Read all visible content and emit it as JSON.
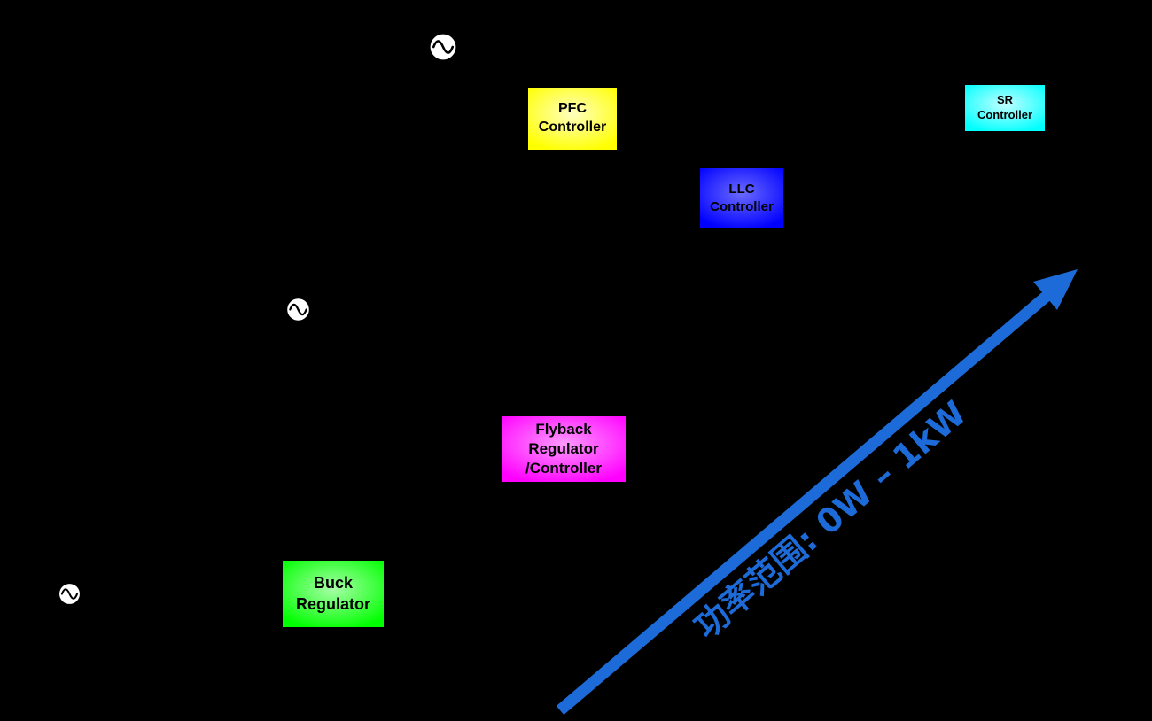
{
  "diagram": {
    "background_color": "#000000",
    "boxes": {
      "pfc": {
        "lines": [
          "PFC",
          "Controller"
        ],
        "color": "#ffff00",
        "highlight": "#ffffc0"
      },
      "llc": {
        "lines": [
          "LLC",
          "Controller"
        ],
        "color": "#0000ff",
        "highlight": "#6a6aff"
      },
      "sr": {
        "lines": [
          "SR",
          "Controller"
        ],
        "color": "#00ffff",
        "highlight": "#c2ffff"
      },
      "flyback": {
        "lines": [
          "Flyback",
          "Regulator",
          "/Controller"
        ],
        "color": "#ff00ff",
        "highlight": "#ff9aff"
      },
      "buck": {
        "lines": [
          "Buck",
          "Regulator"
        ],
        "color": "#00ff00",
        "highlight": "#a8ffa8"
      }
    },
    "power_arrow": {
      "label": "功率范围: 0W – 1kW",
      "color": "#1c6bd8"
    },
    "icons": {
      "ac_source": "ac-source-icon (circle with sine wave)",
      "ac_source_fill": "#ffffff",
      "ac_source_stroke": "#000000"
    },
    "label_text_color": "#000000"
  }
}
